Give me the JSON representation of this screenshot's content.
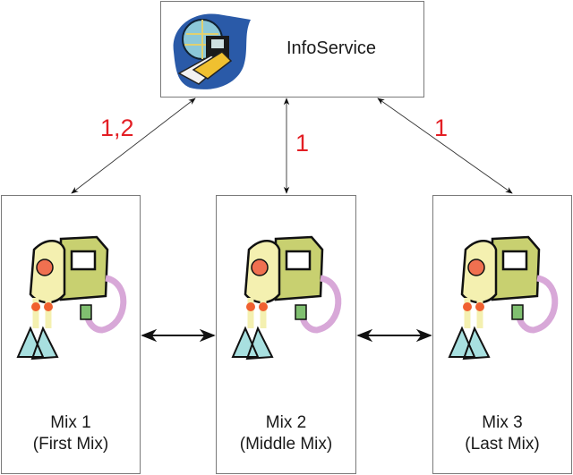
{
  "infoservice": {
    "label": "InfoService",
    "icon": "globe-documents-icon"
  },
  "mixes": [
    {
      "name": "Mix 1",
      "role": "(First Mix)",
      "icon": "hand-mixer-icon"
    },
    {
      "name": "Mix 2",
      "role": "(Middle Mix)",
      "icon": "hand-mixer-icon"
    },
    {
      "name": "Mix 3",
      "role": "(Last Mix)",
      "icon": "hand-mixer-icon"
    }
  ],
  "connections": [
    {
      "from": "InfoService",
      "to": "Mix 1",
      "label": "1,2"
    },
    {
      "from": "InfoService",
      "to": "Mix 2",
      "label": "1"
    },
    {
      "from": "InfoService",
      "to": "Mix 3",
      "label": "1"
    },
    {
      "from": "Mix 1",
      "to": "Mix 2",
      "label": ""
    },
    {
      "from": "Mix 2",
      "to": "Mix 3",
      "label": ""
    }
  ],
  "colors": {
    "label_red": "#e31e24",
    "arrow": "#222222",
    "border": "#7a7a7a"
  }
}
